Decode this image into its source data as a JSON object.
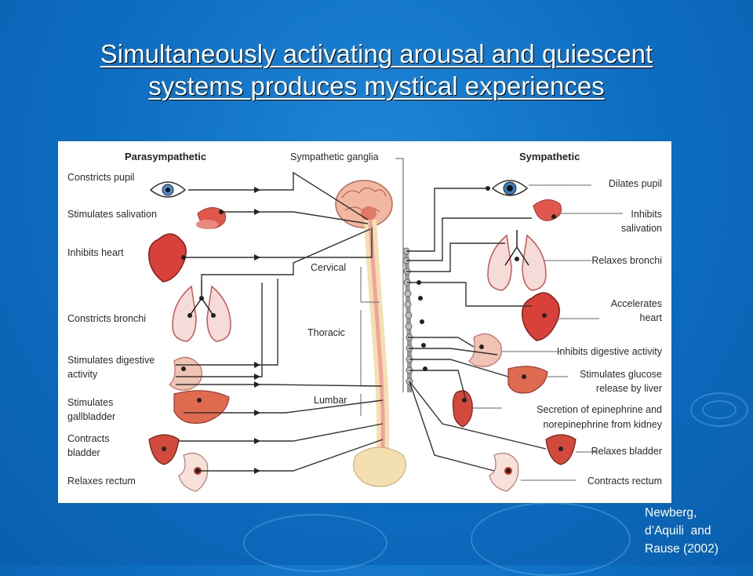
{
  "slide": {
    "title_line1": "Simultaneously activating arousal and quiescent",
    "title_line2": "systems produces mystical experiences",
    "citation_line1": "Newberg,",
    "citation_line2": "d’Aquili  and",
    "citation_line3": "Rause (2002)"
  },
  "diagram": {
    "left_header": "Parasympathetic",
    "center_header": "Sympathetic ganglia",
    "right_header": "Sympathetic",
    "spine_labels": [
      "Cervical",
      "Thoracic",
      "Lumbar"
    ],
    "left_effects": [
      "Constricts pupil",
      "Stimulates salivation",
      "Inhibits heart",
      "Constricts bronchi",
      "Stimulates digestive",
      "activity",
      "Stimulates",
      "gallbladder",
      "Contracts",
      "bladder",
      "Relaxes rectum"
    ],
    "right_effects": [
      "Dilates pupil",
      "Inhibits",
      "salivation",
      "Relaxes bronchi",
      "Accelerates",
      "heart",
      "Inhibits digestive activity",
      "Stimulates glucose",
      "release by liver",
      "Secretion of epinephrine and",
      "norepinephrine from kidney",
      "Relaxes bladder",
      "Contracts rectum"
    ]
  },
  "colors": {
    "background": "#0c6cc0",
    "title_text": "#ffffff",
    "organ_red": "#d8413a",
    "spine_beige": "#f3dfb0",
    "line": "#333333"
  }
}
